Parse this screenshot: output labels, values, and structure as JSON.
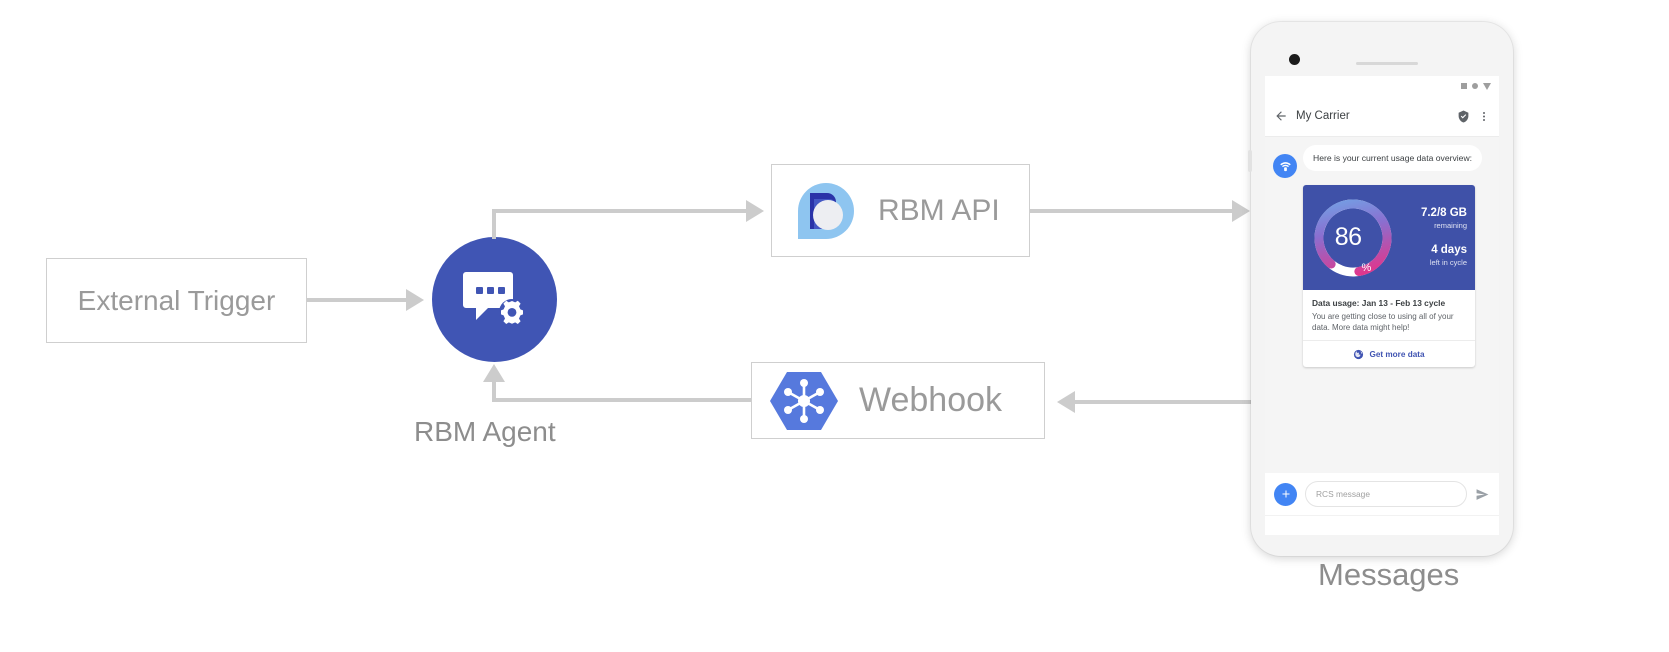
{
  "diagram": {
    "external_trigger": {
      "label": "External Trigger"
    },
    "agent": {
      "label": "RBM Agent",
      "icon": "chat-gear-icon",
      "color": "#4055b4"
    },
    "rbm_api": {
      "label": "RBM API",
      "icon": "rbm-droplet-icon"
    },
    "webhook": {
      "label": "Webhook",
      "icon": "hexagon-nodes-icon"
    },
    "device": {
      "label": "Messages"
    }
  },
  "phone": {
    "status_bar": {
      "icons": [
        "square-icon",
        "circle-icon",
        "signal-triangle-icon"
      ]
    },
    "app_bar": {
      "back_icon": "back-arrow-icon",
      "title": "My Carrier",
      "verified_icon": "verified-shield-icon",
      "overflow_icon": "overflow-menu-icon"
    },
    "conversation": {
      "avatar_icon": "carrier-wifi-avatar-icon",
      "message_text": "Here is your current usage data overview:",
      "card": {
        "gauge": {
          "percent": "86",
          "percent_symbol": "%",
          "value": 86,
          "track_color": "#ffffff",
          "gradient_start": "#6fa8e8",
          "gradient_mid": "#8a6fd0",
          "gradient_end": "#e0368c",
          "media_background": "#3f51a8"
        },
        "stats": [
          {
            "primary": "7.2/8 GB",
            "secondary": "remaining"
          },
          {
            "primary": "4 days",
            "secondary": "left in cycle"
          }
        ],
        "title": "Data usage: Jan 13 - Feb 13 cycle",
        "description": "You are getting close to using all of your data. More data might help!",
        "action": {
          "icon": "globe-icon",
          "label": "Get more data",
          "color": "#4054b2"
        }
      }
    },
    "composer": {
      "add_icon": "plus-icon",
      "placeholder": "RCS message",
      "send_icon": "send-icon"
    },
    "nav_bar": {
      "back": "nav-back-icon",
      "home": "nav-home-icon",
      "recents": "nav-recents-icon"
    }
  },
  "colors": {
    "connector": "#cccccc",
    "box_border": "#cfcfcf",
    "label_text": "#8d8d8d",
    "accent_blue": "#4285f4",
    "agent_indigo": "#4055b4"
  }
}
